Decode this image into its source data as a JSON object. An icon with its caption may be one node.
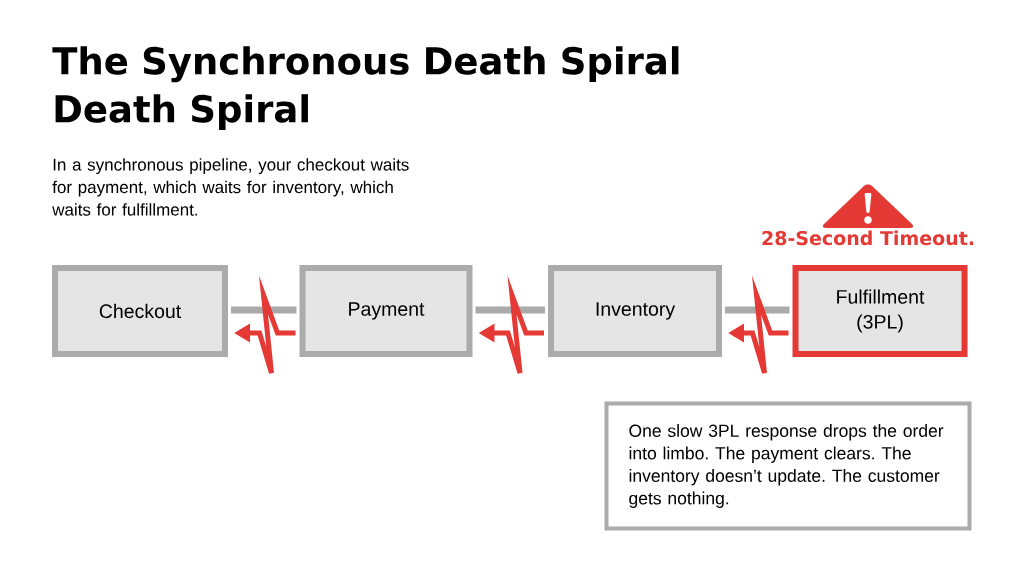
{
  "diagram": {
    "title": "The Synchronous Death Spiral Death Spiral",
    "nodes": [
      {
        "text": [
          "Checkout"
        ]
      },
      {
        "text": [
          "Payment"
        ]
      },
      {
        "text": [
          "Inventory"
        ]
      },
      {
        "text": [
          "Fulfillment (3PL)"
        ],
        "beside": [
          "28-Second Timeout."
        ]
      },
      {
        "text": [
          "One slow 3PL response drops the order into limbo. The payment clears. The inventory doesn’t update. The customer gets nothing."
        ]
      }
    ],
    "edges": [
      {
        "from": 0,
        "to": 1,
        "arrow": "none",
        "color": "#aaaaaa"
      },
      {
        "from": 1,
        "to": 0,
        "arrow": "to",
        "color": "#e53935"
      },
      {
        "from": 1,
        "to": 2,
        "arrow": "none",
        "color": "#aaaaaa"
      },
      {
        "from": 2,
        "to": 1,
        "arrow": "to",
        "color": "#e53935"
      },
      {
        "from": 2,
        "to": 3,
        "arrow": "none",
        "color": "#aaaaaa"
      },
      {
        "from": 3,
        "to": 2,
        "arrow": "to",
        "color": "#e53935"
      }
    ],
    "labels": [
      "In a synchronous pipeline, your checkout waits for payment, which waits for inventory, which waits for fulfillment."
    ]
  }
}
